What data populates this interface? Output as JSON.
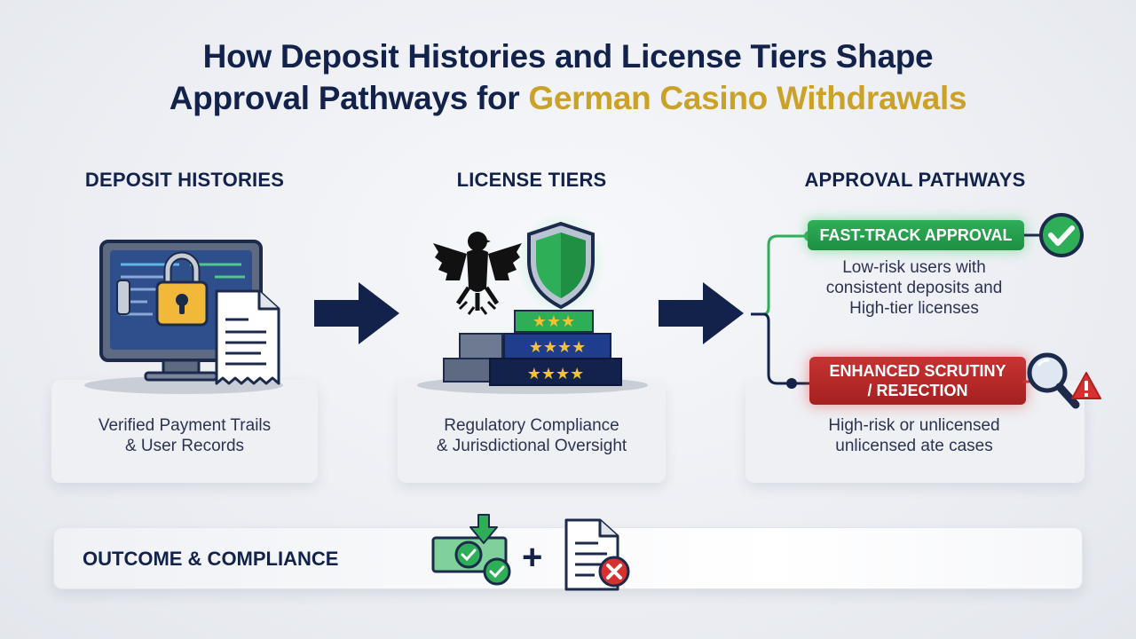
{
  "title": {
    "line1": "How Deposit Histories and License Tiers Shape",
    "line2_plain": "Approval Pathways for ",
    "line2_accent": "German Casino Withdrawals"
  },
  "columns": {
    "deposit": {
      "heading": "DEPOSIT HISTORIES",
      "caption_l1": "Verified Payment Trails",
      "caption_l2": "& User Records"
    },
    "license": {
      "heading": "LICENSE TIERS",
      "caption_l1": "Regulatory Compliance",
      "caption_l2": "& Jurisdictional Oversight"
    },
    "approval": {
      "heading": "APPROVAL PATHWAYS",
      "fast_track": {
        "label": "FAST-TRACK APPROVAL",
        "desc_l1": "Low-risk users with",
        "desc_l2": "consistent deposits and",
        "desc_l3": "High-tier licenses"
      },
      "scrutiny": {
        "label_l1": "ENHANCED SCRUTINY",
        "label_l2": "/ REJECTION",
        "desc_l1": "High-risk or unlicensed",
        "desc_l2": "unlicensed ate cases"
      }
    }
  },
  "outcome": {
    "label": "OUTCOME & COMPLIANCE",
    "plus": "+"
  },
  "colors": {
    "navy": "#13224a",
    "gold": "#c9a227",
    "green": "#2fae58",
    "red": "#c73333"
  },
  "icons": [
    "monitor-icon",
    "padlock-icon",
    "receipt-icon",
    "german-eagle-icon",
    "shield-icon",
    "star-tiers-icon",
    "check-circle-icon",
    "magnifier-icon",
    "warning-icon",
    "cash-icon",
    "download-arrow-icon",
    "document-reject-icon"
  ]
}
